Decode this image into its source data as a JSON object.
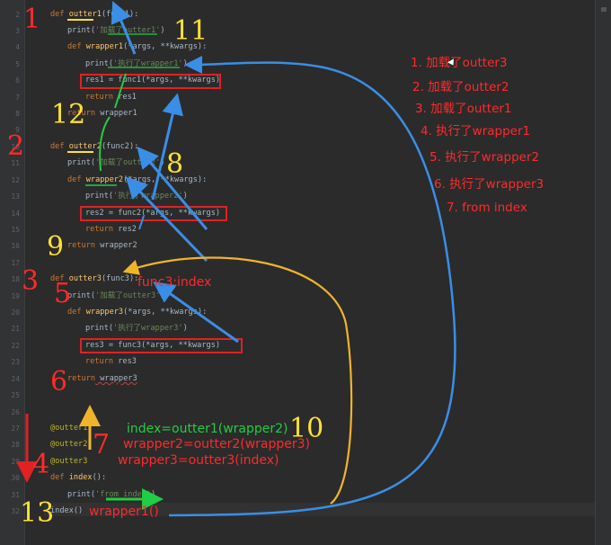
{
  "line_numbers": [
    "2",
    "3",
    "4",
    "5",
    "6",
    "7",
    "8",
    "9",
    "10",
    "11",
    "12",
    "13",
    "14",
    "15",
    "16",
    "17",
    "18",
    "19",
    "20",
    "21",
    "22",
    "23",
    "24",
    "25",
    "26",
    "27",
    "28",
    "29",
    "30",
    "31",
    "32"
  ],
  "code": {
    "l2_kw": "def",
    "l2_name": "outter1",
    "l2_rest": "(func1):",
    "l3_print": "print(",
    "l3_str": "'加载了outter1'",
    "l3_close": ")",
    "l4_kw": "def",
    "l4_name": "wrapper1",
    "l4_rest": "(*args, **kwargs):",
    "l5_print": "print(",
    "l5_str": "'执行了wrapper1'",
    "l5_close": ")",
    "l6": "res1 = func1(*args, **kwargs)",
    "l7_kw": "return",
    "l7_rest": " res1",
    "l8_kw": "return",
    "l8_rest": " wrapper1",
    "l10_kw": "def",
    "l10_name": "outter2",
    "l10_rest": "(func2):",
    "l11_print": "print(",
    "l11_str": "'加载了outter2'",
    "l11_close": ")",
    "l12_kw": "def",
    "l12_name": "wrapper2",
    "l12_rest": "(*args, **kwargs):",
    "l13_print": "print(",
    "l13_str": "'执行了wrapper2'",
    "l13_close": ")",
    "l14": "res2 = func2(*args, **kwargs)",
    "l15_kw": "return",
    "l15_rest": " res2",
    "l16_kw": "return",
    "l16_rest": " wrapper2",
    "l18_kw": "def",
    "l18_name": "outter3",
    "l18_rest": "(func3):",
    "l19_print": "print(",
    "l19_str": "'加载了outter3'",
    "l19_close": ")",
    "l20_kw": "def",
    "l20_name": "wrapper3",
    "l20_rest": "(*args, **kwargs):",
    "l21_print": "print(",
    "l21_str": "'执行了wrapper3'",
    "l21_close": ")",
    "l22": "res3 = func3(*args, **kwargs)",
    "l23_kw": "return",
    "l23_rest": " res3",
    "l24_kw": "return",
    "l24_rest": " wrapper3",
    "l27": "@outter1",
    "l28": "@outter2",
    "l29": "@outter3",
    "l30_kw": "def",
    "l30_name": "index",
    "l30_rest": "():",
    "l31_print": "print(",
    "l31_str": "'from index'",
    "l31_close": ")",
    "l32": "index()"
  },
  "annotations": {
    "n1": "1",
    "n2": "2",
    "n3": "3",
    "n4": "4",
    "n5": "5",
    "n6": "6",
    "n7": "7",
    "n8": "8",
    "n9": "9",
    "n10": "10",
    "n11": "11",
    "n12": "12",
    "n13": "13",
    "func3_index": "func3:index",
    "index_eq": "index=outter1(wrapper2)",
    "wrapper2_eq": "wrapper2=outter2(wrapper3)",
    "wrapper3_eq": "wrapper3=outter3(index)",
    "wrapper1_call": "wrapper1()"
  },
  "execution_order": [
    "1. 加载了outter3",
    "2. 加载了outter2",
    "3. 加载了outter1",
    "4. 执行了wrapper1",
    "5. 执行了wrapper2",
    "6. 执行了wrapper3",
    "7. from index"
  ],
  "colors": {
    "editor_bg": "#2b2b2b",
    "keyword": "#cc7832",
    "function_name": "#ffc66d",
    "string": "#6a8759",
    "decorator": "#bbb529",
    "annotation_red": "#ff2a2a",
    "annotation_yellow": "#ffe033",
    "annotation_green": "#22cc44",
    "arrow_blue": "#3a8ee6",
    "arrow_orange": "#f0b42c"
  }
}
